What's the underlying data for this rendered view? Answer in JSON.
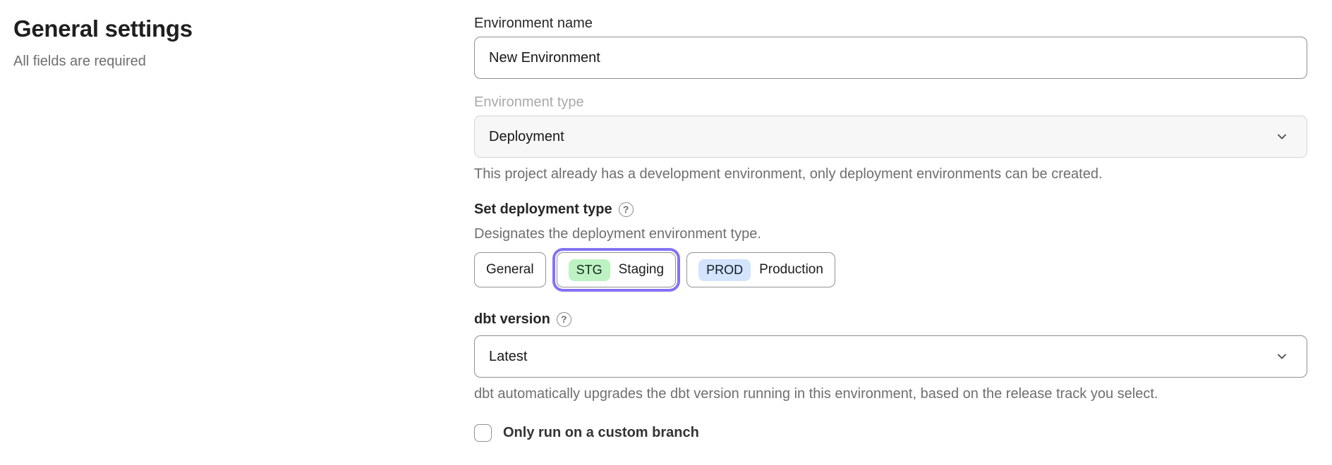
{
  "page": {
    "title": "General settings",
    "subtitle": "All fields are required"
  },
  "form": {
    "environment_name": {
      "label": "Environment name",
      "value": "New Environment"
    },
    "environment_type": {
      "label": "Environment type",
      "value": "Deployment",
      "disabled": true,
      "helper": "This project already has a development environment, only deployment environments can be created."
    },
    "deployment_type": {
      "label": "Set deployment type",
      "description": "Designates the deployment environment type.",
      "options": [
        {
          "label": "General",
          "badge": "",
          "selected": false
        },
        {
          "label": "Staging",
          "badge": "STG",
          "badge_color": "#bdf2c2",
          "selected": true
        },
        {
          "label": "Production",
          "badge": "PROD",
          "badge_color": "#d3e4fc",
          "selected": false
        }
      ]
    },
    "dbt_version": {
      "label": "dbt version",
      "value": "Latest",
      "helper": "dbt automatically upgrades the dbt version running in this environment, based on the release track you select."
    },
    "custom_branch": {
      "label": "Only run on a custom branch",
      "checked": false
    }
  },
  "icons": {
    "help_glyph": "?"
  },
  "colors": {
    "selected_outline": "#8473f4",
    "staging_badge": "#bdf2c2",
    "production_badge": "#d3e4fc",
    "disabled_field_bg": "#f7f7f7"
  }
}
